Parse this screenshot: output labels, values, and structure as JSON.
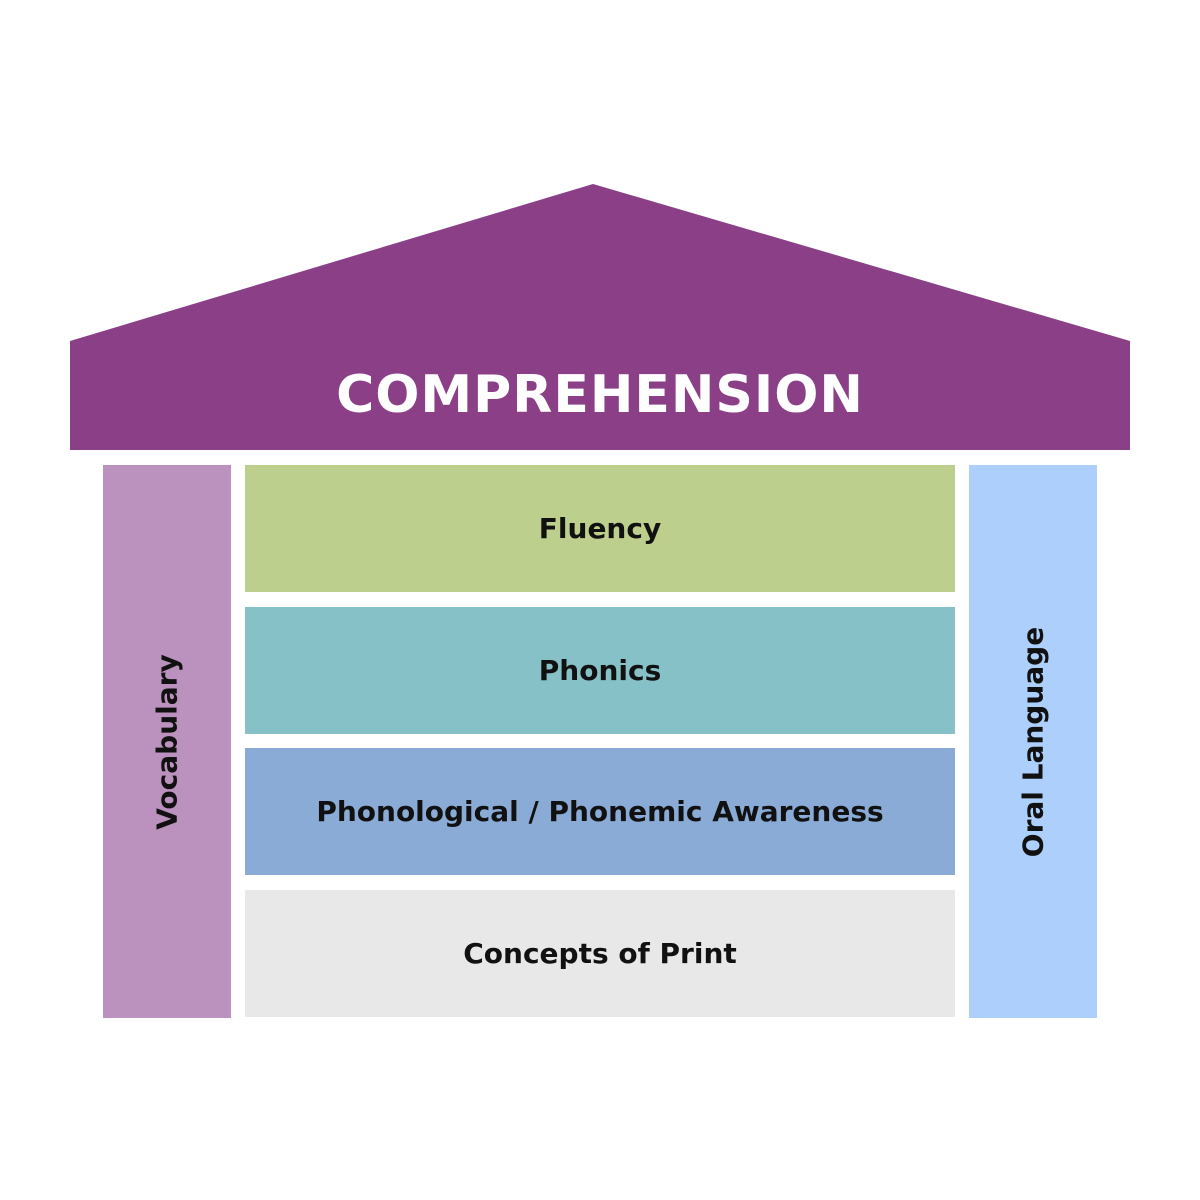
{
  "roof": {
    "label": "COMPREHENSION",
    "color": "#8a3f87"
  },
  "pillars": [
    {
      "label": "Vocabulary",
      "color": "#ba92bd"
    },
    {
      "label": "Oral Language",
      "color": "#adcffb"
    }
  ],
  "layers": [
    {
      "label": "Fluency",
      "color": "#bdcf8c"
    },
    {
      "label": "Phonics",
      "color": "#86c1c8"
    },
    {
      "label": "Phonological / Phonemic Awareness",
      "color": "#89abd6"
    },
    {
      "label": "Concepts of Print",
      "color": "#e8e8e8"
    }
  ]
}
